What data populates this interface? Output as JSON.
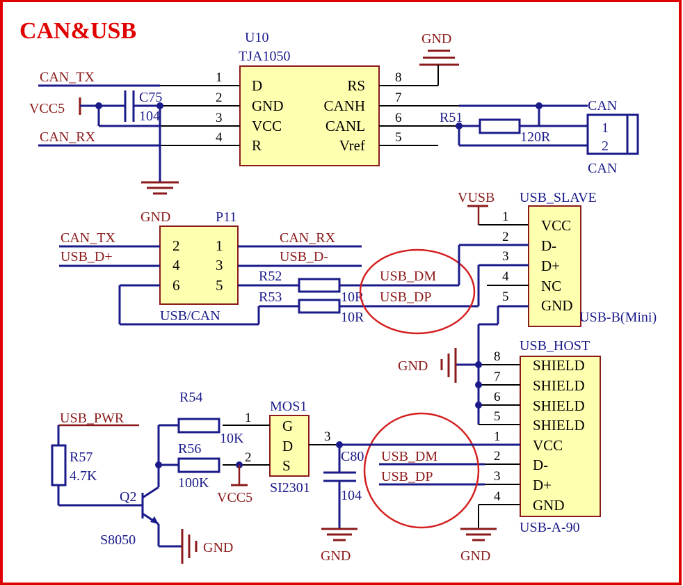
{
  "title": "CAN&USB",
  "u10": {
    "ref": "U10",
    "part": "TJA1050",
    "pins_left": [
      {
        "num": "1",
        "name": "D"
      },
      {
        "num": "2",
        "name": "GND"
      },
      {
        "num": "3",
        "name": "VCC"
      },
      {
        "num": "4",
        "name": "R"
      }
    ],
    "pins_right": [
      {
        "num": "8",
        "name": "RS"
      },
      {
        "num": "7",
        "name": "CANH"
      },
      {
        "num": "6",
        "name": "CANL"
      },
      {
        "num": "5",
        "name": "Vref"
      }
    ]
  },
  "c75": {
    "ref": "C75",
    "value": "104"
  },
  "r51": {
    "ref": "R51",
    "value": "120R"
  },
  "can_conn": {
    "top_label": "CAN",
    "bottom_label": "CAN",
    "pins": [
      "1",
      "2"
    ]
  },
  "p11": {
    "ref": "P11",
    "name": "USB/CAN",
    "pins": [
      "2",
      "1",
      "4",
      "3",
      "6",
      "5"
    ]
  },
  "r52": {
    "ref": "R52",
    "value": "10R"
  },
  "r53": {
    "ref": "R53",
    "value": "10R"
  },
  "usb_slave": {
    "ref": "USB_SLAVE",
    "part": "USB-B(Mini)",
    "pins": [
      {
        "num": "1",
        "name": "VCC"
      },
      {
        "num": "2",
        "name": "D-"
      },
      {
        "num": "3",
        "name": "D+"
      },
      {
        "num": "4",
        "name": "NC"
      },
      {
        "num": "5",
        "name": "GND"
      }
    ]
  },
  "usb_host": {
    "ref": "USB_HOST",
    "part": "USB-A-90",
    "pins": [
      {
        "num": "8",
        "name": "SHIELD"
      },
      {
        "num": "7",
        "name": "SHIELD"
      },
      {
        "num": "6",
        "name": "SHIELD"
      },
      {
        "num": "5",
        "name": "SHIELD"
      },
      {
        "num": "1",
        "name": "VCC"
      },
      {
        "num": "2",
        "name": "D-"
      },
      {
        "num": "3",
        "name": "D+"
      },
      {
        "num": "4",
        "name": "GND"
      }
    ]
  },
  "r54": {
    "ref": "R54",
    "value": "10K"
  },
  "r56": {
    "ref": "R56",
    "value": "100K"
  },
  "r57": {
    "ref": "R57",
    "value": "4.7K"
  },
  "q2": {
    "ref": "Q2",
    "part": "S8050"
  },
  "mos1": {
    "ref": "MOS1",
    "part": "SI2301",
    "pins": [
      "G",
      "D",
      "S"
    ],
    "pin_nums": [
      "1",
      "3",
      "2"
    ]
  },
  "c80": {
    "ref": "C80",
    "value": "104"
  },
  "nets": {
    "can_tx": "CAN_TX",
    "can_rx": "CAN_RX",
    "usb_dplus": "USB_D+",
    "usb_dminus": "USB_D-",
    "usb_dm": "USB_DM",
    "usb_dp": "USB_DP",
    "usb_pwr": "USB_PWR"
  },
  "power": {
    "vcc5": "VCC5",
    "gnd": "GND",
    "vusb": "VUSB"
  }
}
